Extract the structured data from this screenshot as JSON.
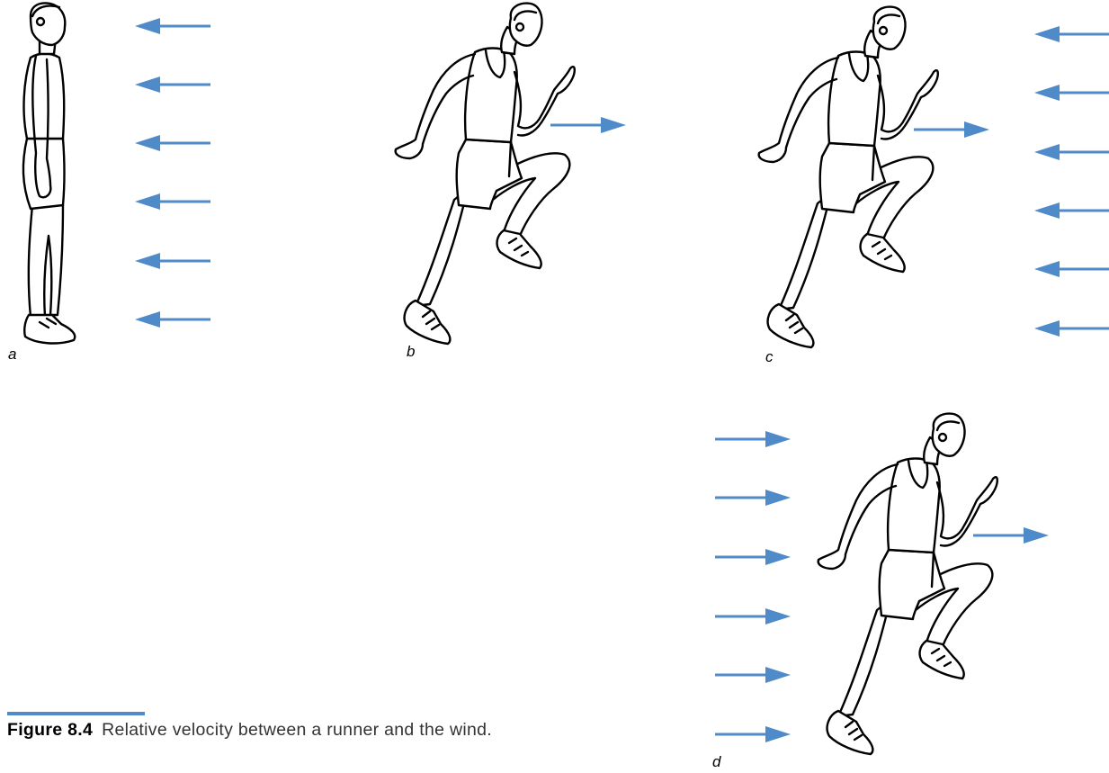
{
  "figure": {
    "number": "Figure 8.4",
    "caption": "Relative velocity between a runner and the wind."
  },
  "panels": [
    {
      "label": "a",
      "figure": "standing-person",
      "wind": "headwind",
      "wind_arrows": 6,
      "runner_arrow": false
    },
    {
      "label": "b",
      "figure": "runner",
      "wind": "none",
      "wind_arrows": 0,
      "runner_arrow": true
    },
    {
      "label": "c",
      "figure": "runner",
      "wind": "headwind",
      "wind_arrows": 6,
      "runner_arrow": true
    },
    {
      "label": "d",
      "figure": "runner",
      "wind": "tailwind",
      "wind_arrows": 6,
      "runner_arrow": true
    }
  ],
  "colors": {
    "arrow": "#4f8ac9",
    "accent_rule": "#4f8ac9",
    "figure_line": "#000000",
    "caption_text": "#333333"
  }
}
